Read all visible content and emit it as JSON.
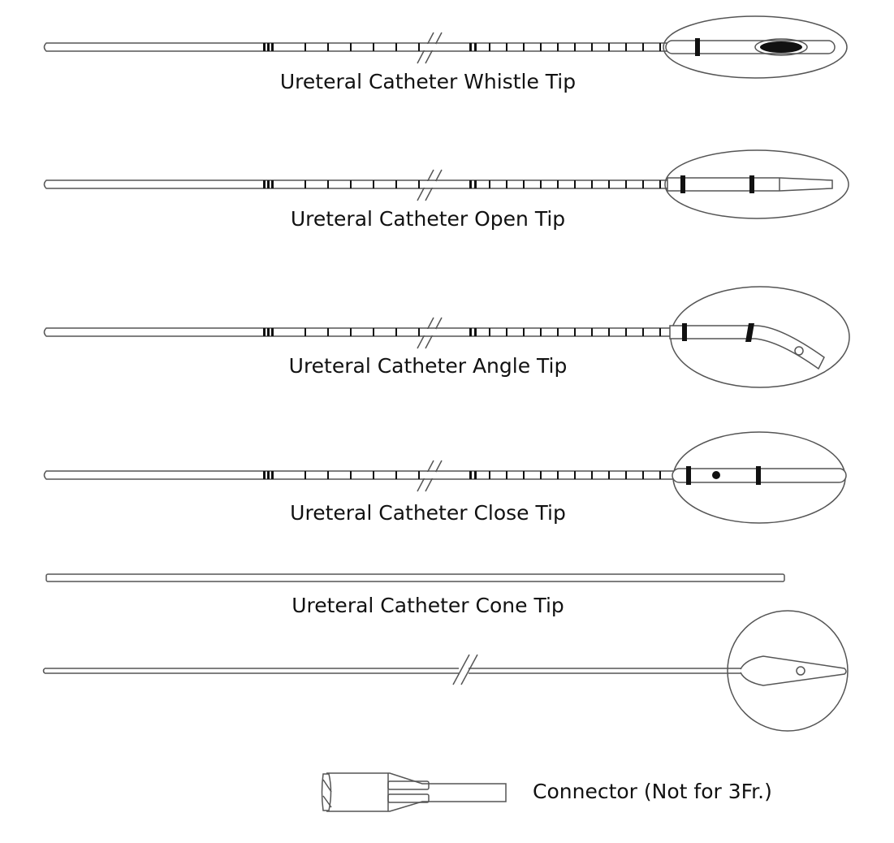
{
  "labels": {
    "whistle": "Ureteral Catheter Whistle Tip",
    "open": "Ureteral Catheter Open Tip",
    "angle": "Ureteral Catheter Angle Tip",
    "close": "Ureteral Catheter Close Tip",
    "cone": "Ureteral Catheter Cone Tip",
    "connector": "Connector (Not for 3Fr.)"
  },
  "colors": {
    "line": "#555555",
    "mark": "#111111"
  }
}
